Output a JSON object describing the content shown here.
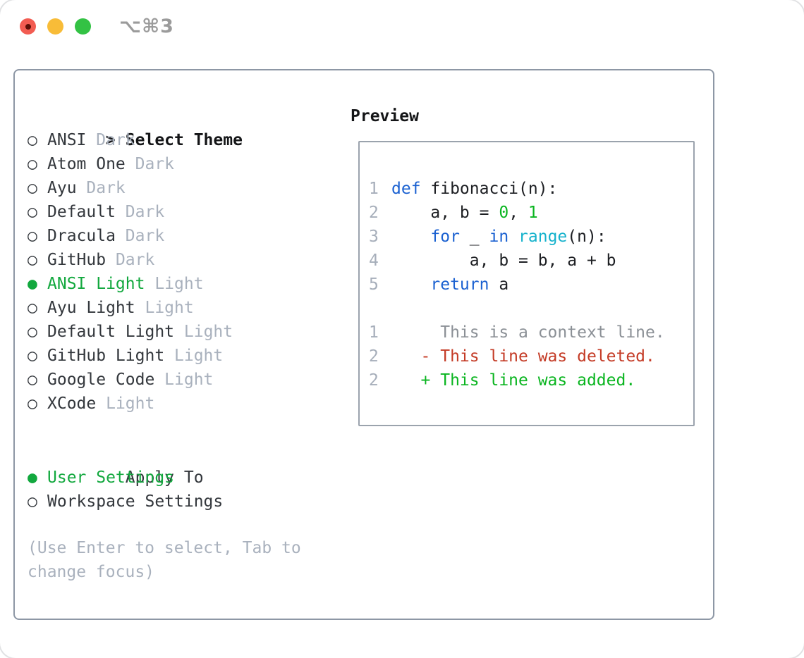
{
  "titlebar": {
    "shortcut": "⌥⌘3"
  },
  "icons": {
    "header_caret": ">",
    "selected_bullet": "●",
    "unselected_bullet": "○"
  },
  "theme_panel": {
    "header": "Select Theme",
    "items": [
      {
        "name": "ANSI",
        "variant": "Dark",
        "selected": false
      },
      {
        "name": "Atom One",
        "variant": "Dark",
        "selected": false
      },
      {
        "name": "Ayu",
        "variant": "Dark",
        "selected": false
      },
      {
        "name": "Default",
        "variant": "Dark",
        "selected": false
      },
      {
        "name": "Dracula",
        "variant": "Dark",
        "selected": false
      },
      {
        "name": "GitHub",
        "variant": "Dark",
        "selected": false
      },
      {
        "name": "ANSI Light",
        "variant": "Light",
        "selected": true
      },
      {
        "name": "Ayu Light",
        "variant": "Light",
        "selected": false
      },
      {
        "name": "Default Light",
        "variant": "Light",
        "selected": false
      },
      {
        "name": "GitHub Light",
        "variant": "Light",
        "selected": false
      },
      {
        "name": "Google Code",
        "variant": "Light",
        "selected": false
      },
      {
        "name": "XCode",
        "variant": "Light",
        "selected": false
      }
    ],
    "apply_to": {
      "header": "Apply To",
      "options": [
        {
          "label": "User Settings",
          "selected": true
        },
        {
          "label": "Workspace Settings",
          "selected": false
        }
      ]
    },
    "help": "(Use Enter to select, Tab to change focus)"
  },
  "preview": {
    "header": "Preview",
    "lines": [
      {
        "num": "1",
        "tokens": [
          {
            "t": "def",
            "c": "kw"
          },
          {
            "t": " fibonacci(n):",
            "c": "plain"
          }
        ]
      },
      {
        "num": "2",
        "tokens": [
          {
            "t": "    a, b = ",
            "c": "plain"
          },
          {
            "t": "0",
            "c": "num"
          },
          {
            "t": ", ",
            "c": "plain"
          },
          {
            "t": "1",
            "c": "num"
          }
        ]
      },
      {
        "num": "3",
        "tokens": [
          {
            "t": "    ",
            "c": "plain"
          },
          {
            "t": "for",
            "c": "kw"
          },
          {
            "t": " _ ",
            "c": "plain"
          },
          {
            "t": "in",
            "c": "kw"
          },
          {
            "t": " ",
            "c": "plain"
          },
          {
            "t": "range",
            "c": "fn"
          },
          {
            "t": "(n):",
            "c": "plain"
          }
        ]
      },
      {
        "num": "4",
        "tokens": [
          {
            "t": "        a, b = b, a + b",
            "c": "plain"
          }
        ]
      },
      {
        "num": "5",
        "tokens": [
          {
            "t": "    ",
            "c": "plain"
          },
          {
            "t": "return",
            "c": "kw"
          },
          {
            "t": " a",
            "c": "plain"
          }
        ]
      },
      {
        "num": "",
        "tokens": []
      },
      {
        "num": "1",
        "tokens": [
          {
            "t": "     This is a context line.",
            "c": "ctx"
          }
        ]
      },
      {
        "num": "2",
        "tokens": [
          {
            "t": "   - This line was deleted.",
            "c": "del"
          }
        ]
      },
      {
        "num": "2",
        "tokens": [
          {
            "t": "   + This line was added.",
            "c": "add"
          }
        ]
      }
    ]
  },
  "colors": {
    "accent_green": "#12a83e",
    "code_green": "#0ab520",
    "keyword_blue": "#1b61d1",
    "function_cyan": "#16b2cc",
    "deleted_red": "#c43b26",
    "context_gray": "#8b9096",
    "lineno_gray": "#a6aeba",
    "muted_gray": "#a9b1bd",
    "text_dark": "#33373c",
    "code_text": "#1d1f23",
    "heading_black": "#141517",
    "panel_border": "#8d97a5",
    "box_border": "#9ba3ad",
    "traffic_red": "#f25c52",
    "traffic_red_dot": "#5c0f07",
    "traffic_yellow": "#f8bc38",
    "traffic_green": "#33c244",
    "shortcut_gray": "#9b9b9b"
  }
}
